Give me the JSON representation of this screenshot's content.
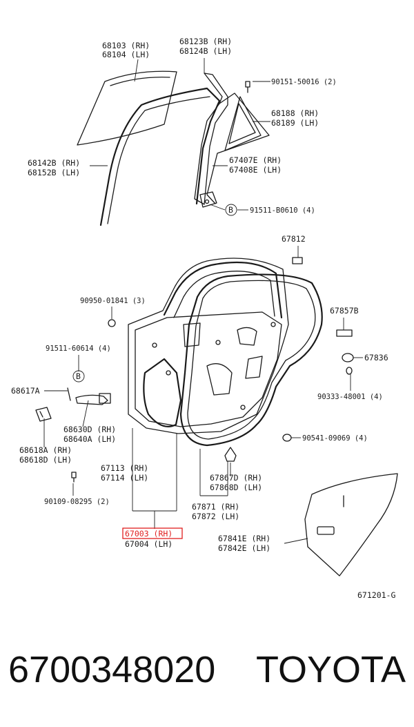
{
  "callouts": {
    "c68103": "68103 (RH)",
    "c68104": "68104 (LH)",
    "c68123": "68123B (RH)",
    "c68124": "68124B (LH)",
    "c90151": "90151-50016 (2)",
    "c68188": "68188 (RH)",
    "c68189": "68189 (LH)",
    "c68142": "68142B (RH)",
    "c68152": "68152B (LH)",
    "c67407": "67407E (RH)",
    "c67408": "67408E (LH)",
    "c91511b": "91511-B0610 (4)",
    "c67812": "67812",
    "c90950": "90950-01841 (3)",
    "c67857": "67857B",
    "c91511": "91511-60614 (4)",
    "c67836": "67836",
    "c68617": "68617A",
    "c90333": "90333-48001 (4)",
    "c68630": "68630D (RH)",
    "c68640": "68640A (LH)",
    "c90541": "90541-09069 (4)",
    "c68618a": "68618A (RH)",
    "c68618d": "68618D (LH)",
    "c67113": "67113 (RH)",
    "c67114": "67114 (LH)",
    "c67867": "67867D (RH)",
    "c67868": "67868D (LH)",
    "c90109": "90109-08295 (2)",
    "c67871": "67871 (RH)",
    "c67872": "67872 (LH)",
    "c67003": "67003 (RH)",
    "c67004": "67004 (LH)",
    "c67841": "67841E (RH)",
    "c67842": "67842E (LH)",
    "fig": "671201-G",
    "markB1": "B",
    "markB2": "B"
  },
  "footer": {
    "part_number": "6700348020",
    "brand": "TOYOTA"
  },
  "highlight_color": "#e01e1e"
}
